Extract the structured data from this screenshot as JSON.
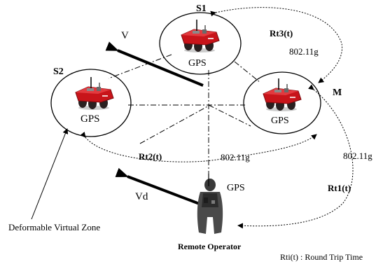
{
  "nodes": {
    "s1": {
      "name": "S1",
      "device_label": "GPS"
    },
    "s2": {
      "name": "S2",
      "device_label": "GPS"
    },
    "m": {
      "name": "M",
      "device_label": "GPS"
    }
  },
  "velocity": {
    "v_label": "V",
    "vd_label": "Vd"
  },
  "links": {
    "rt3_label": "Rt3(t)",
    "rt2_label": "Rt2(t)",
    "rt1_label": "Rt1(t)",
    "wifi_label_top": "802.11g",
    "wifi_label_mid": "802.11g",
    "wifi_label_right": "802.11g"
  },
  "operator": {
    "gps_label": "GPS",
    "caption": "Remote Operator"
  },
  "zone": {
    "caption": "Deformable Virtual Zone"
  },
  "legend": {
    "text": "Rti(t) : Round Trip Time"
  },
  "colors": {
    "robot_red": "#c8141a",
    "robot_dark": "#3a2a2a",
    "line": "#000000",
    "background": "#ffffff"
  },
  "icons": {
    "robot": "mobile-robot-icon",
    "operator": "person-icon"
  }
}
